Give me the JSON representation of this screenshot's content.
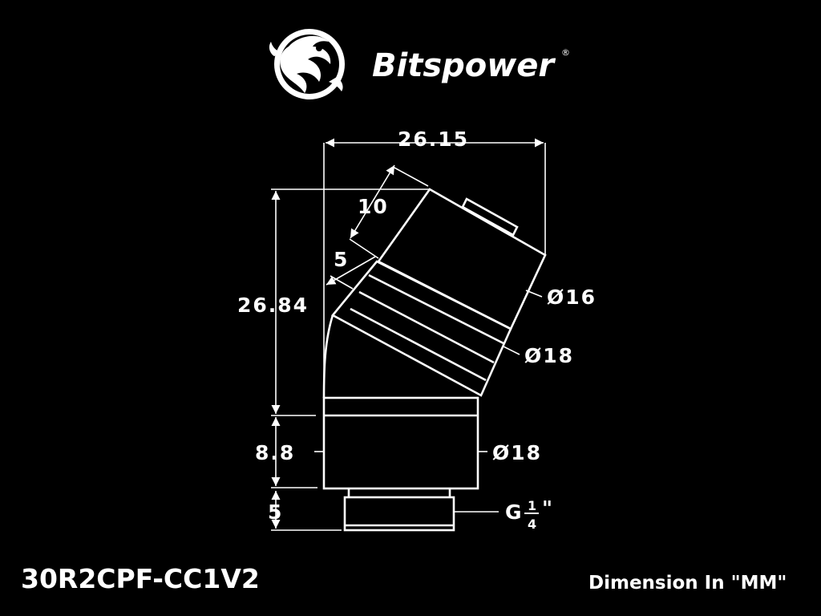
{
  "brand": {
    "name": "Bitspower",
    "registered_mark": "®",
    "logo_icon": "dragon-emblem-icon"
  },
  "dimensions": {
    "overall_width": "26.15",
    "overall_height": "26.84",
    "top_section_length": "10",
    "ring_section_length": "5",
    "diameter_top": "Ø16",
    "diameter_mid": "Ø18",
    "diameter_base": "Ø18",
    "base_height": "8.8",
    "thread_height": "5",
    "thread_prefix": "G",
    "thread_numerator": "1",
    "thread_denominator": "4",
    "thread_suffix": "\""
  },
  "footer": {
    "model": "30R2CPF-CC1V2",
    "units_note": "Dimension In \"MM\""
  },
  "colors": {
    "background": "#000000",
    "foreground": "#ffffff"
  }
}
